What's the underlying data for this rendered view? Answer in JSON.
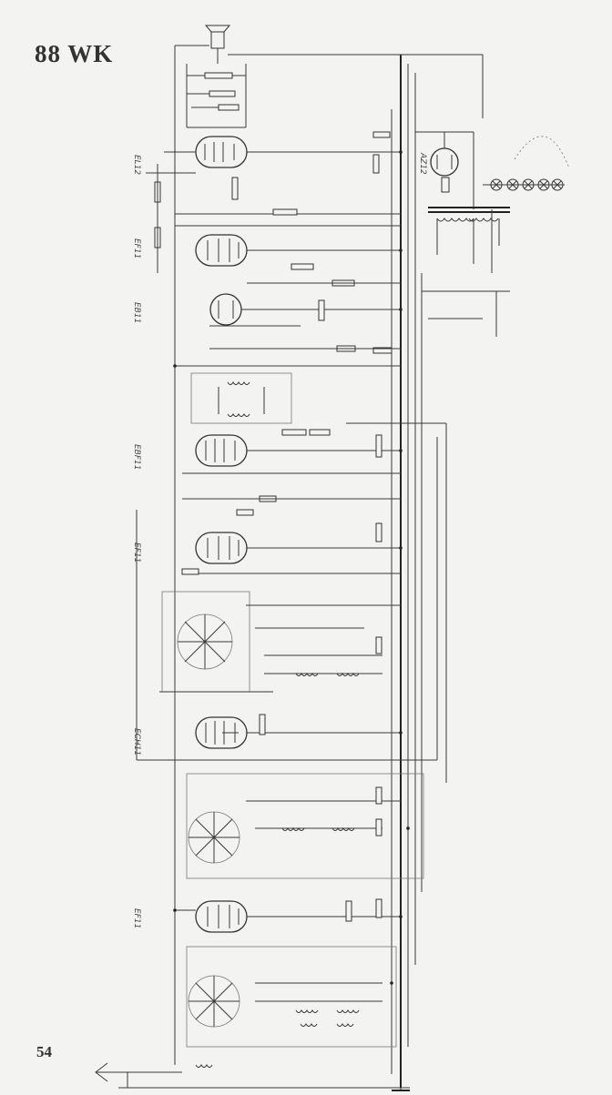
{
  "document": {
    "title": "88 WK",
    "page_number": "54"
  },
  "tubes": [
    {
      "id": "el12",
      "label": "EL12"
    },
    {
      "id": "ef11_top",
      "label": "EF11"
    },
    {
      "id": "eb11",
      "label": "EB11"
    },
    {
      "id": "ebf11",
      "label": "EBF11"
    },
    {
      "id": "ef11_mid",
      "label": "EF11"
    },
    {
      "id": "ecH11",
      "label": "ECH11"
    },
    {
      "id": "ef11_bot",
      "label": "EF11"
    },
    {
      "id": "az12",
      "label": "AZ12"
    }
  ]
}
